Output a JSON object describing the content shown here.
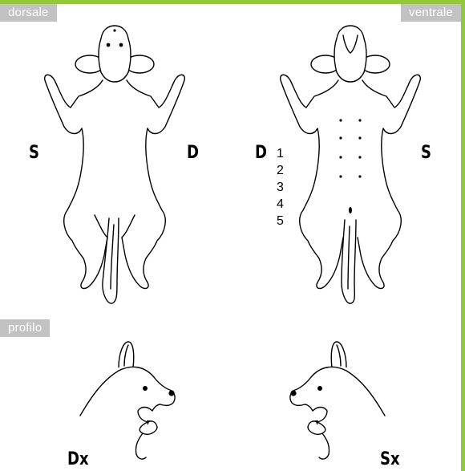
{
  "colors": {
    "frame": "#94c83c",
    "tag_bg": "#c2c2c2",
    "tag_text": "#ffffff",
    "line": "#000000"
  },
  "tags": {
    "dorsal": "dorsale",
    "ventral": "ventrale",
    "profile": "profilo"
  },
  "dorsal_view": {
    "left_side": "S",
    "right_side": "D"
  },
  "ventral_view": {
    "left_side": "D",
    "right_side": "S",
    "mammae": [
      "1",
      "2",
      "3",
      "4",
      "5"
    ]
  },
  "profile_view": {
    "right_profile": "Dx",
    "left_profile": "Sx"
  }
}
